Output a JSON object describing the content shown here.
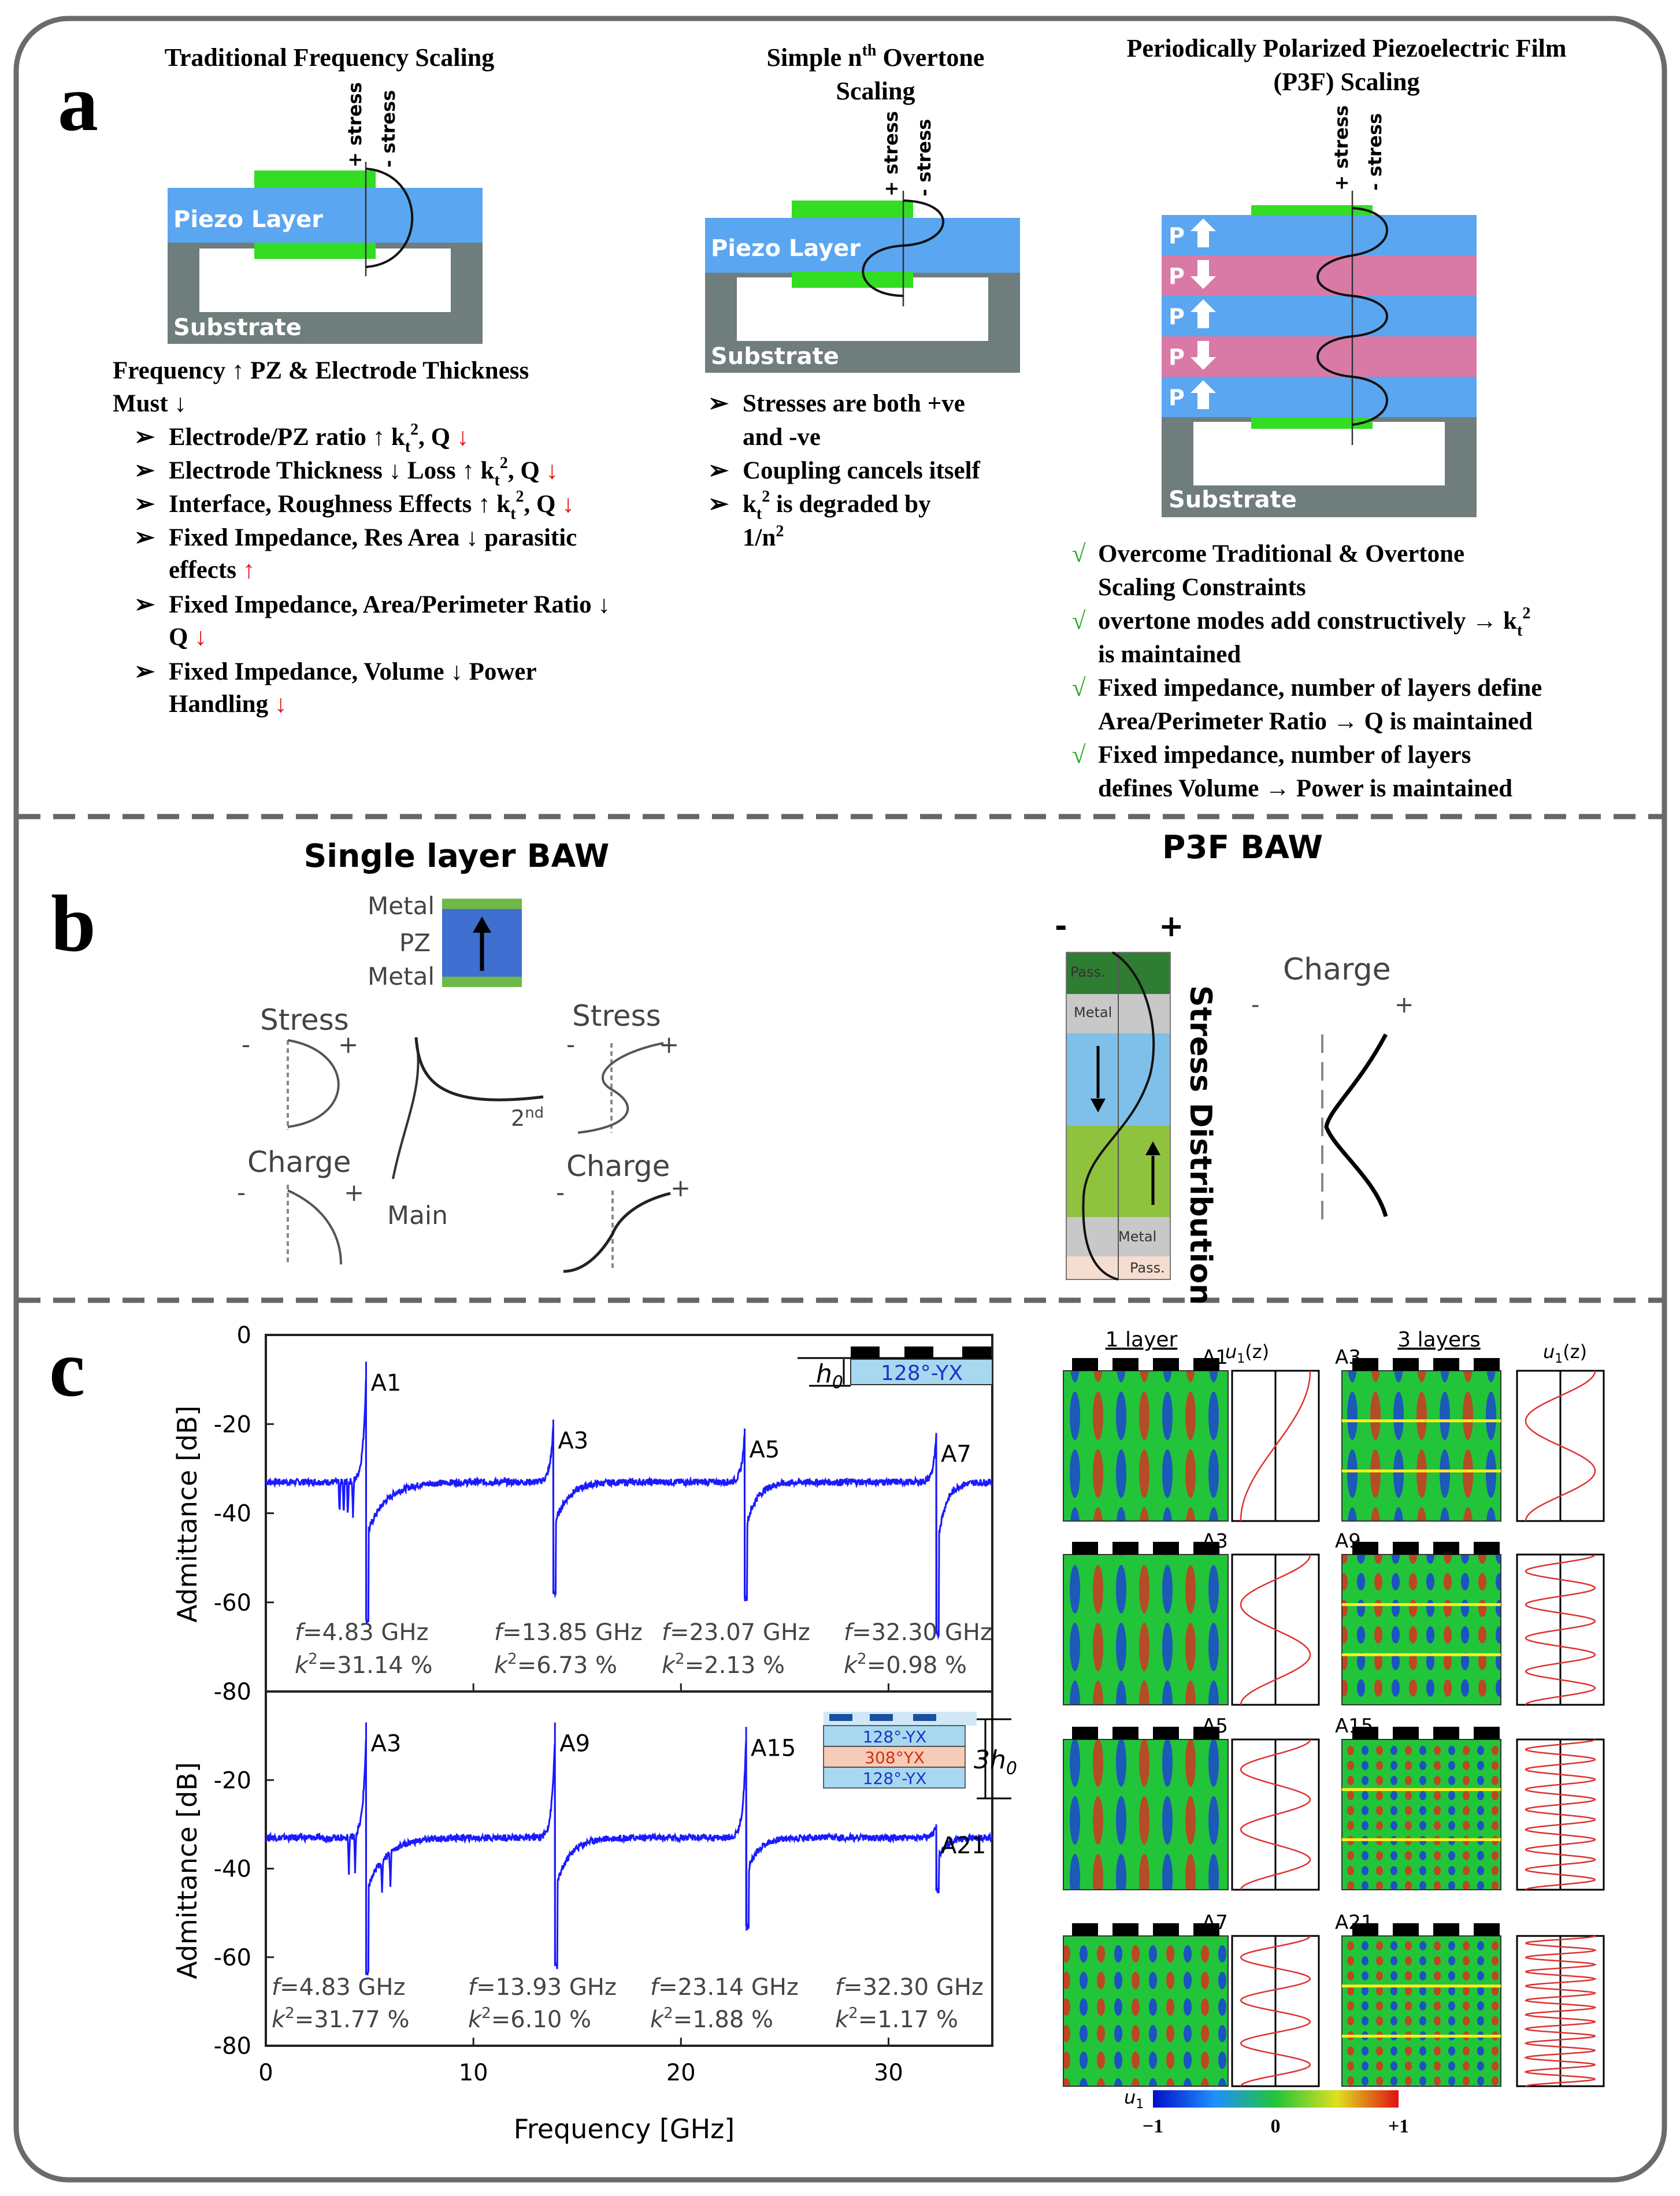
{
  "panel_a": {
    "label": "a",
    "col1": {
      "title": "Traditional Frequency Scaling",
      "stress_plus": "+ stress",
      "stress_minus": "- stress",
      "piezo": "Piezo Layer",
      "substrate": "Substrate",
      "intro_line1": "Frequency ↑ PZ & Electrode Thickness",
      "intro_line2": "Must ↓",
      "bullets": [
        [
          "Electrode/PZ ratio ↑ k",
          "t",
          "2",
          ", Q ",
          "↓"
        ],
        [
          "Electrode Thickness ↓ Loss ↑ k",
          "t",
          "2",
          ", Q ",
          "↓"
        ],
        [
          "Interface, Roughness Effects ↑ k",
          "t",
          "2",
          ", Q ",
          "↓"
        ]
      ],
      "b4_line1": "Fixed Impedance, Res Area ↓ parasitic",
      "b4_line2": "effects ",
      "b4_arrow": "↑",
      "b5_line1": "Fixed Impedance, Area/Perimeter Ratio ↓",
      "b5_line2": "Q ",
      "b5_arrow": "↓",
      "b6_line1": "Fixed Impedance, Volume ↓ Power",
      "b6_line2": "Handling ",
      "b6_arrow": "↓"
    },
    "col2": {
      "title_line1": "Simple n",
      "title_sup": "th",
      "title_line1b": " Overtone",
      "title_line2": "Scaling",
      "stress_plus": "+ stress",
      "stress_minus": "- stress",
      "piezo": "Piezo Layer",
      "substrate": "Substrate",
      "b1_line1": "Stresses are both +ve",
      "b1_line2": "and -ve",
      "b2": "Coupling cancels itself",
      "b3_k": "k",
      "b3_t": "t",
      "b3_2": "2",
      "b3_rest": " is degraded by",
      "b3_line2": "1/n",
      "b3_line2_sup": "2"
    },
    "col3": {
      "title_line1": "Periodically Polarized Piezoelectric Film",
      "title_line2": "(P3F) Scaling",
      "stress_plus": "+ stress",
      "stress_minus": "- stress",
      "layers": [
        "P",
        "P",
        "P",
        "P",
        "P"
      ],
      "substrate": "Substrate",
      "check": "√",
      "c1_line1": "Overcome Traditional & Overtone",
      "c1_line2": "Scaling Constraints",
      "c2_line1": "overtone modes add constructively → k",
      "c2_t": "t",
      "c2_2": "2",
      "c2_line2": "is maintained",
      "c3_line1": "Fixed impedance, number of layers define",
      "c3_line2": "Area/Perimeter Ratio → Q is maintained",
      "c4_line1": "Fixed impedance, number of layers",
      "c4_line2": "defines Volume → Power is maintained"
    },
    "colors": {
      "piezo": "#5aa6f0",
      "electrode": "#33dd22",
      "substrate": "#6f7d7c",
      "pink": "#d97aa6",
      "red": "#e01515",
      "check": "#22aa22"
    }
  },
  "panel_b": {
    "label": "b",
    "left": {
      "title": "Single layer BAW",
      "metal_top": "Metal",
      "pz": "PZ",
      "metal_bottom": "Metal",
      "stress1": "Stress",
      "charge1": "Charge",
      "stress2": "Stress",
      "charge2": "Charge",
      "minus": "-",
      "plus": "+",
      "second": "2",
      "second_sup": "nd",
      "main": "Main"
    },
    "right": {
      "title": "P3F BAW",
      "minus": "-",
      "plus": "+",
      "pass_top": "Pass.",
      "metal_top": "Metal",
      "metal_bottom": "Metal",
      "pass_bottom": "Pass.",
      "stress_distribution": "Stress Distribution",
      "charge": "Charge"
    }
  },
  "panel_c": {
    "label": "c",
    "ylabel": "Admittance [dB]",
    "xlabel": "Frequency [GHz]",
    "top_inset": {
      "h": "h",
      "h_sub": "0",
      "layer": "128°-YX"
    },
    "bottom_inset": {
      "layers": [
        "128°-YX",
        "308°YX",
        "128°-YX"
      ],
      "h": "3h",
      "h_sub": "0"
    },
    "top_annotations": [
      {
        "f": "=4.83 GHz",
        "k": "=31.14 %"
      },
      {
        "f": "=13.85 GHz",
        "k": "=6.73 %"
      },
      {
        "f": "=23.07 GHz",
        "k": "=2.13 %"
      },
      {
        "f": "=32.30 GHz",
        "k": "=0.98 %"
      }
    ],
    "bottom_annotations": [
      {
        "f": "=4.83 GHz",
        "k": "=31.77 %"
      },
      {
        "f": "=13.93 GHz",
        "k": "=6.10 %"
      },
      {
        "f": "=23.14 GHz",
        "k": "=1.88 %"
      },
      {
        "f": "=32.30 GHz",
        "k": "=1.17 %"
      }
    ],
    "f_sym": "f",
    "k_sym": "k",
    "k_sup": "2",
    "fields": {
      "label_1layer": "1 layer",
      "label_3layers": "3 layers",
      "u1z": "u",
      "u1z_sub": "1",
      "u1z_rest": "(z)",
      "left_modes": [
        "A1",
        "A3",
        "A5",
        "A7"
      ],
      "right_modes": [
        "A3",
        "A9",
        "A15",
        "A21"
      ],
      "colorbar_label": "u",
      "colorbar_sub": "1",
      "colorbar_ticks": [
        "−1",
        "0",
        "+1"
      ]
    },
    "colors": {
      "trace": "#1a1aff",
      "field_green": "#22c43a"
    }
  },
  "chart_data": [
    {
      "type": "line",
      "title": "",
      "xlabel": "Frequency [GHz]",
      "ylabel": "Admittance [dB]",
      "xlim": [
        0,
        35
      ],
      "ylim": [
        -80,
        0
      ],
      "x_ticks": [
        "0",
        "10",
        "20",
        "30"
      ],
      "y_ticks": [
        "0",
        "-20",
        "-40",
        "-60",
        "-80"
      ],
      "background": -33,
      "series": [
        {
          "resonances": [
            {
              "label": "A1",
              "f": 4.83,
              "peak": -6,
              "dip": -64,
              "decay": 2.2
            },
            {
              "label": "A3",
              "f": 13.85,
              "peak": -19,
              "dip": -58,
              "decay": 1.6
            },
            {
              "label": "A5",
              "f": 23.07,
              "peak": -21,
              "dip": -59,
              "decay": 1.3
            },
            {
              "label": "A7",
              "f": 32.3,
              "peak": -22,
              "dip": -67,
              "decay": 1.0
            }
          ],
          "spurious": [
            3.55,
            3.75,
            3.95,
            4.2
          ]
        }
      ]
    },
    {
      "type": "line",
      "title": "",
      "xlabel": "Frequency [GHz]",
      "ylabel": "Admittance [dB]",
      "xlim": [
        0,
        35
      ],
      "ylim": [
        -80,
        0
      ],
      "x_ticks": [
        "0",
        "10",
        "20",
        "30"
      ],
      "y_ticks": [
        "-20",
        "-40",
        "-60",
        "-80"
      ],
      "background": -33,
      "series": [
        {
          "resonances": [
            {
              "label": "A3",
              "f": 4.83,
              "peak": -7,
              "dip": -64,
              "decay": 2.2
            },
            {
              "label": "A9",
              "f": 13.93,
              "peak": -7,
              "dip": -62,
              "decay": 1.6
            },
            {
              "label": "A15",
              "f": 23.14,
              "peak": -8,
              "dip": -53,
              "decay": 1.3
            },
            {
              "label": "A21",
              "f": 32.3,
              "peak": -30,
              "dip": -45,
              "decay": 1.0
            }
          ],
          "spurious": [
            4.0,
            4.3,
            5.6,
            6.0
          ]
        }
      ]
    }
  ]
}
